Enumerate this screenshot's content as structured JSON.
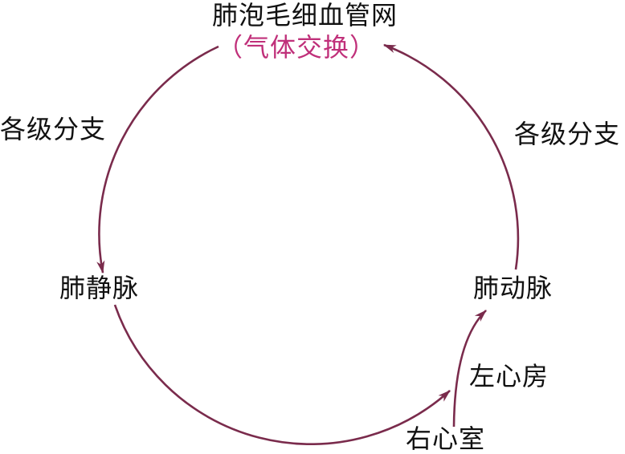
{
  "diagram": {
    "top_node": {
      "label": "肺泡毛细血管网",
      "note": "（气体交换）"
    },
    "left_branch": "各级分支",
    "right_branch": "各级分支",
    "pulmonary_vein": "肺静脉",
    "pulmonary_artery": "肺动脉",
    "left_atrium": "左心房",
    "right_ventricle": "右心室"
  },
  "colors": {
    "arrow": "#7a2b4c",
    "note": "#c0307a",
    "text": "#111111"
  }
}
